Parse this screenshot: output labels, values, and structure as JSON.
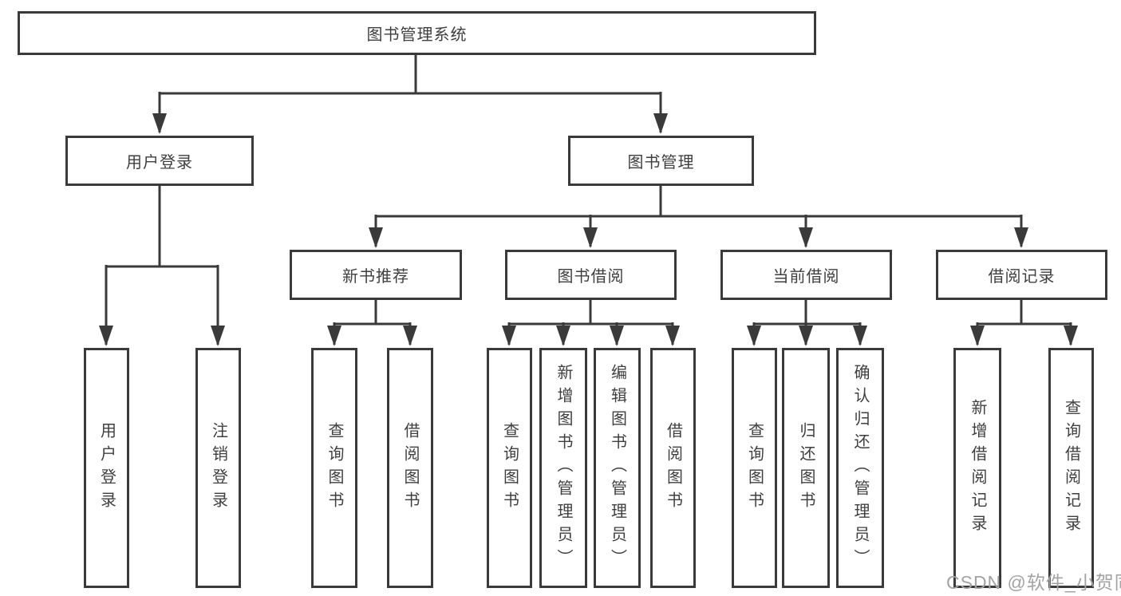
{
  "nodes": {
    "root": "图书管理系统",
    "user_login": "用户登录",
    "book_management": "图书管理",
    "new_book_recommend": "新书推荐",
    "book_borrowing": "图书借阅",
    "current_borrowing": "当前借阅",
    "borrowing_records": "借阅记录",
    "leaf_user_login": "用户登录",
    "leaf_logout": "注销登录",
    "leaf_query_books_recommend": "查询图书",
    "leaf_borrow_books_recommend": "借阅图书",
    "leaf_query_books_borrowing": "查询图书",
    "leaf_add_books_admin": "新增图书（管理员）",
    "leaf_edit_books_admin": "编辑图书（管理员）",
    "leaf_borrow_books_borrowing": "借阅图书",
    "leaf_query_books_current": "查询图书",
    "leaf_return_books": "归还图书",
    "leaf_confirm_return_admin": "确认归还（管理员）",
    "leaf_add_borrow_record": "新增借阅记录",
    "leaf_query_borrow_record": "查询借阅记录"
  },
  "watermark": "CSDN @软件_小贺同学",
  "colors": {
    "line": "#3a3a3a",
    "text": "#3f3f3f",
    "watermark": "#a3a3a3",
    "background": "#ffffff"
  }
}
